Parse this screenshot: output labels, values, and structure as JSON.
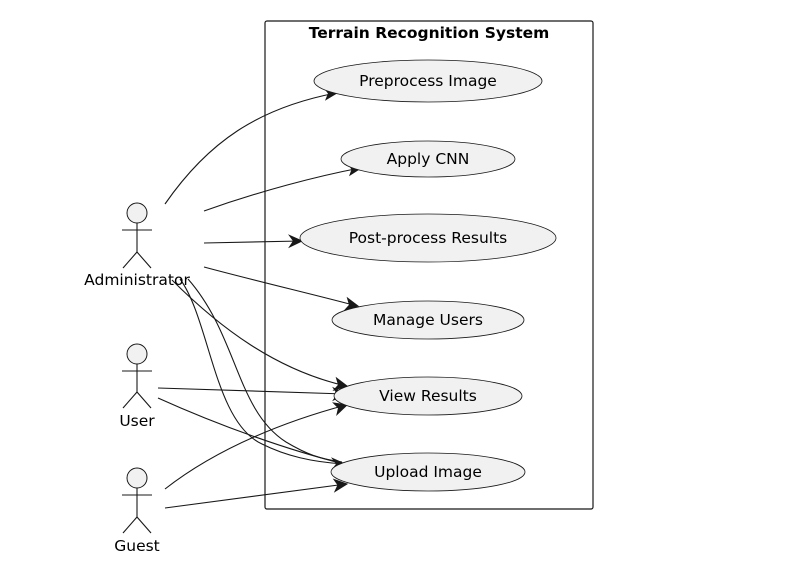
{
  "system": {
    "title": "Terrain Recognition System"
  },
  "use_cases": [
    {
      "id": "preprocess",
      "label": "Preprocess Image"
    },
    {
      "id": "cnn",
      "label": "Apply CNN"
    },
    {
      "id": "postprocess",
      "label": "Post-process Results"
    },
    {
      "id": "manage",
      "label": "Manage Users"
    },
    {
      "id": "view",
      "label": "View Results"
    },
    {
      "id": "upload",
      "label": "Upload Image"
    }
  ],
  "actors": [
    {
      "id": "admin",
      "label": "Administrator"
    },
    {
      "id": "user",
      "label": "User"
    },
    {
      "id": "guest",
      "label": "Guest"
    }
  ],
  "associations": [
    {
      "from": "admin",
      "to": "preprocess"
    },
    {
      "from": "admin",
      "to": "cnn"
    },
    {
      "from": "admin",
      "to": "postprocess"
    },
    {
      "from": "admin",
      "to": "manage"
    },
    {
      "from": "admin",
      "to": "view"
    },
    {
      "from": "admin",
      "to": "upload"
    },
    {
      "from": "user",
      "to": "view"
    },
    {
      "from": "user",
      "to": "upload"
    },
    {
      "from": "guest",
      "to": "view"
    },
    {
      "from": "guest",
      "to": "upload"
    }
  ],
  "colors": {
    "ellipse_fill": "#f1f1f1",
    "line": "#181818",
    "background": "#ffffff"
  }
}
